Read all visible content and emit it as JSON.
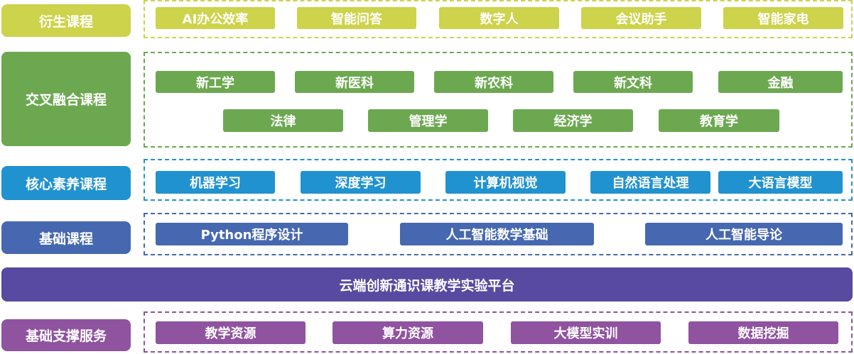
{
  "colors": {
    "derived": "#cdd34a",
    "cross": "#6ca850",
    "core": "#2192d0",
    "basic": "#4668b0",
    "platform": "#574aa0",
    "support": "#8f53a0"
  },
  "layers": [
    {
      "key": "derived",
      "label": "衍生课程",
      "items": [
        "AI办公效率",
        "智能问答",
        "数字人",
        "会议助手",
        "智能家电"
      ]
    },
    {
      "key": "cross",
      "label": "交叉融合课程",
      "items": [
        "新工学",
        "新医科",
        "新农科",
        "新文科",
        "金融",
        "法律",
        "管理学",
        "经济学",
        "教育学"
      ]
    },
    {
      "key": "core",
      "label": "核心素养课程",
      "items": [
        "机器学习",
        "深度学习",
        "计算机视觉",
        "自然语言处理",
        "大语言模型"
      ]
    },
    {
      "key": "basic",
      "label": "基础课程",
      "items": [
        "Python程序设计",
        "人工智能数学基础",
        "人工智能导论"
      ]
    },
    {
      "key": "support",
      "label": "基础支撑服务",
      "items": [
        "教学资源",
        "算力资源",
        "大模型实训",
        "数据挖掘"
      ]
    }
  ],
  "platform": {
    "label": "云端创新通识课教学实验平台"
  }
}
